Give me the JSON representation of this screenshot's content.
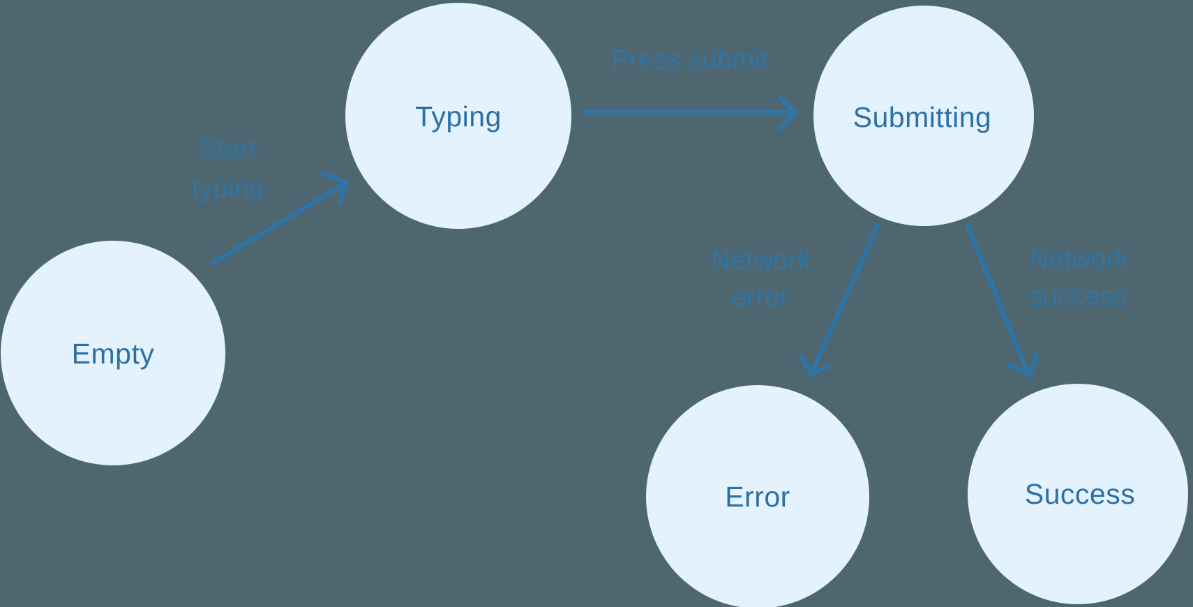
{
  "diagram": {
    "type": "state-machine",
    "colors": {
      "background": "#4D6670",
      "node_fill": "#E3F2FC",
      "node_text": "#2C70A4",
      "accent": "#2E75A7"
    },
    "nodes": [
      {
        "id": "empty",
        "label": "Empty"
      },
      {
        "id": "typing",
        "label": "Typing"
      },
      {
        "id": "submitting",
        "label": "Submitting"
      },
      {
        "id": "error",
        "label": "Error"
      },
      {
        "id": "success",
        "label": "Success"
      }
    ],
    "edges": [
      {
        "from": "Empty",
        "to": "Typing",
        "label": "Start typing",
        "label_lines": [
          "Start",
          "typing"
        ]
      },
      {
        "from": "Typing",
        "to": "Submitting",
        "label": "Press submit",
        "label_lines": [
          "Press submit"
        ]
      },
      {
        "from": "Submitting",
        "to": "Error",
        "label": "Network error",
        "label_lines": [
          "Network",
          "error"
        ]
      },
      {
        "from": "Submitting",
        "to": "Success",
        "label": "Network success",
        "label_lines": [
          "Network",
          "success"
        ]
      }
    ]
  }
}
